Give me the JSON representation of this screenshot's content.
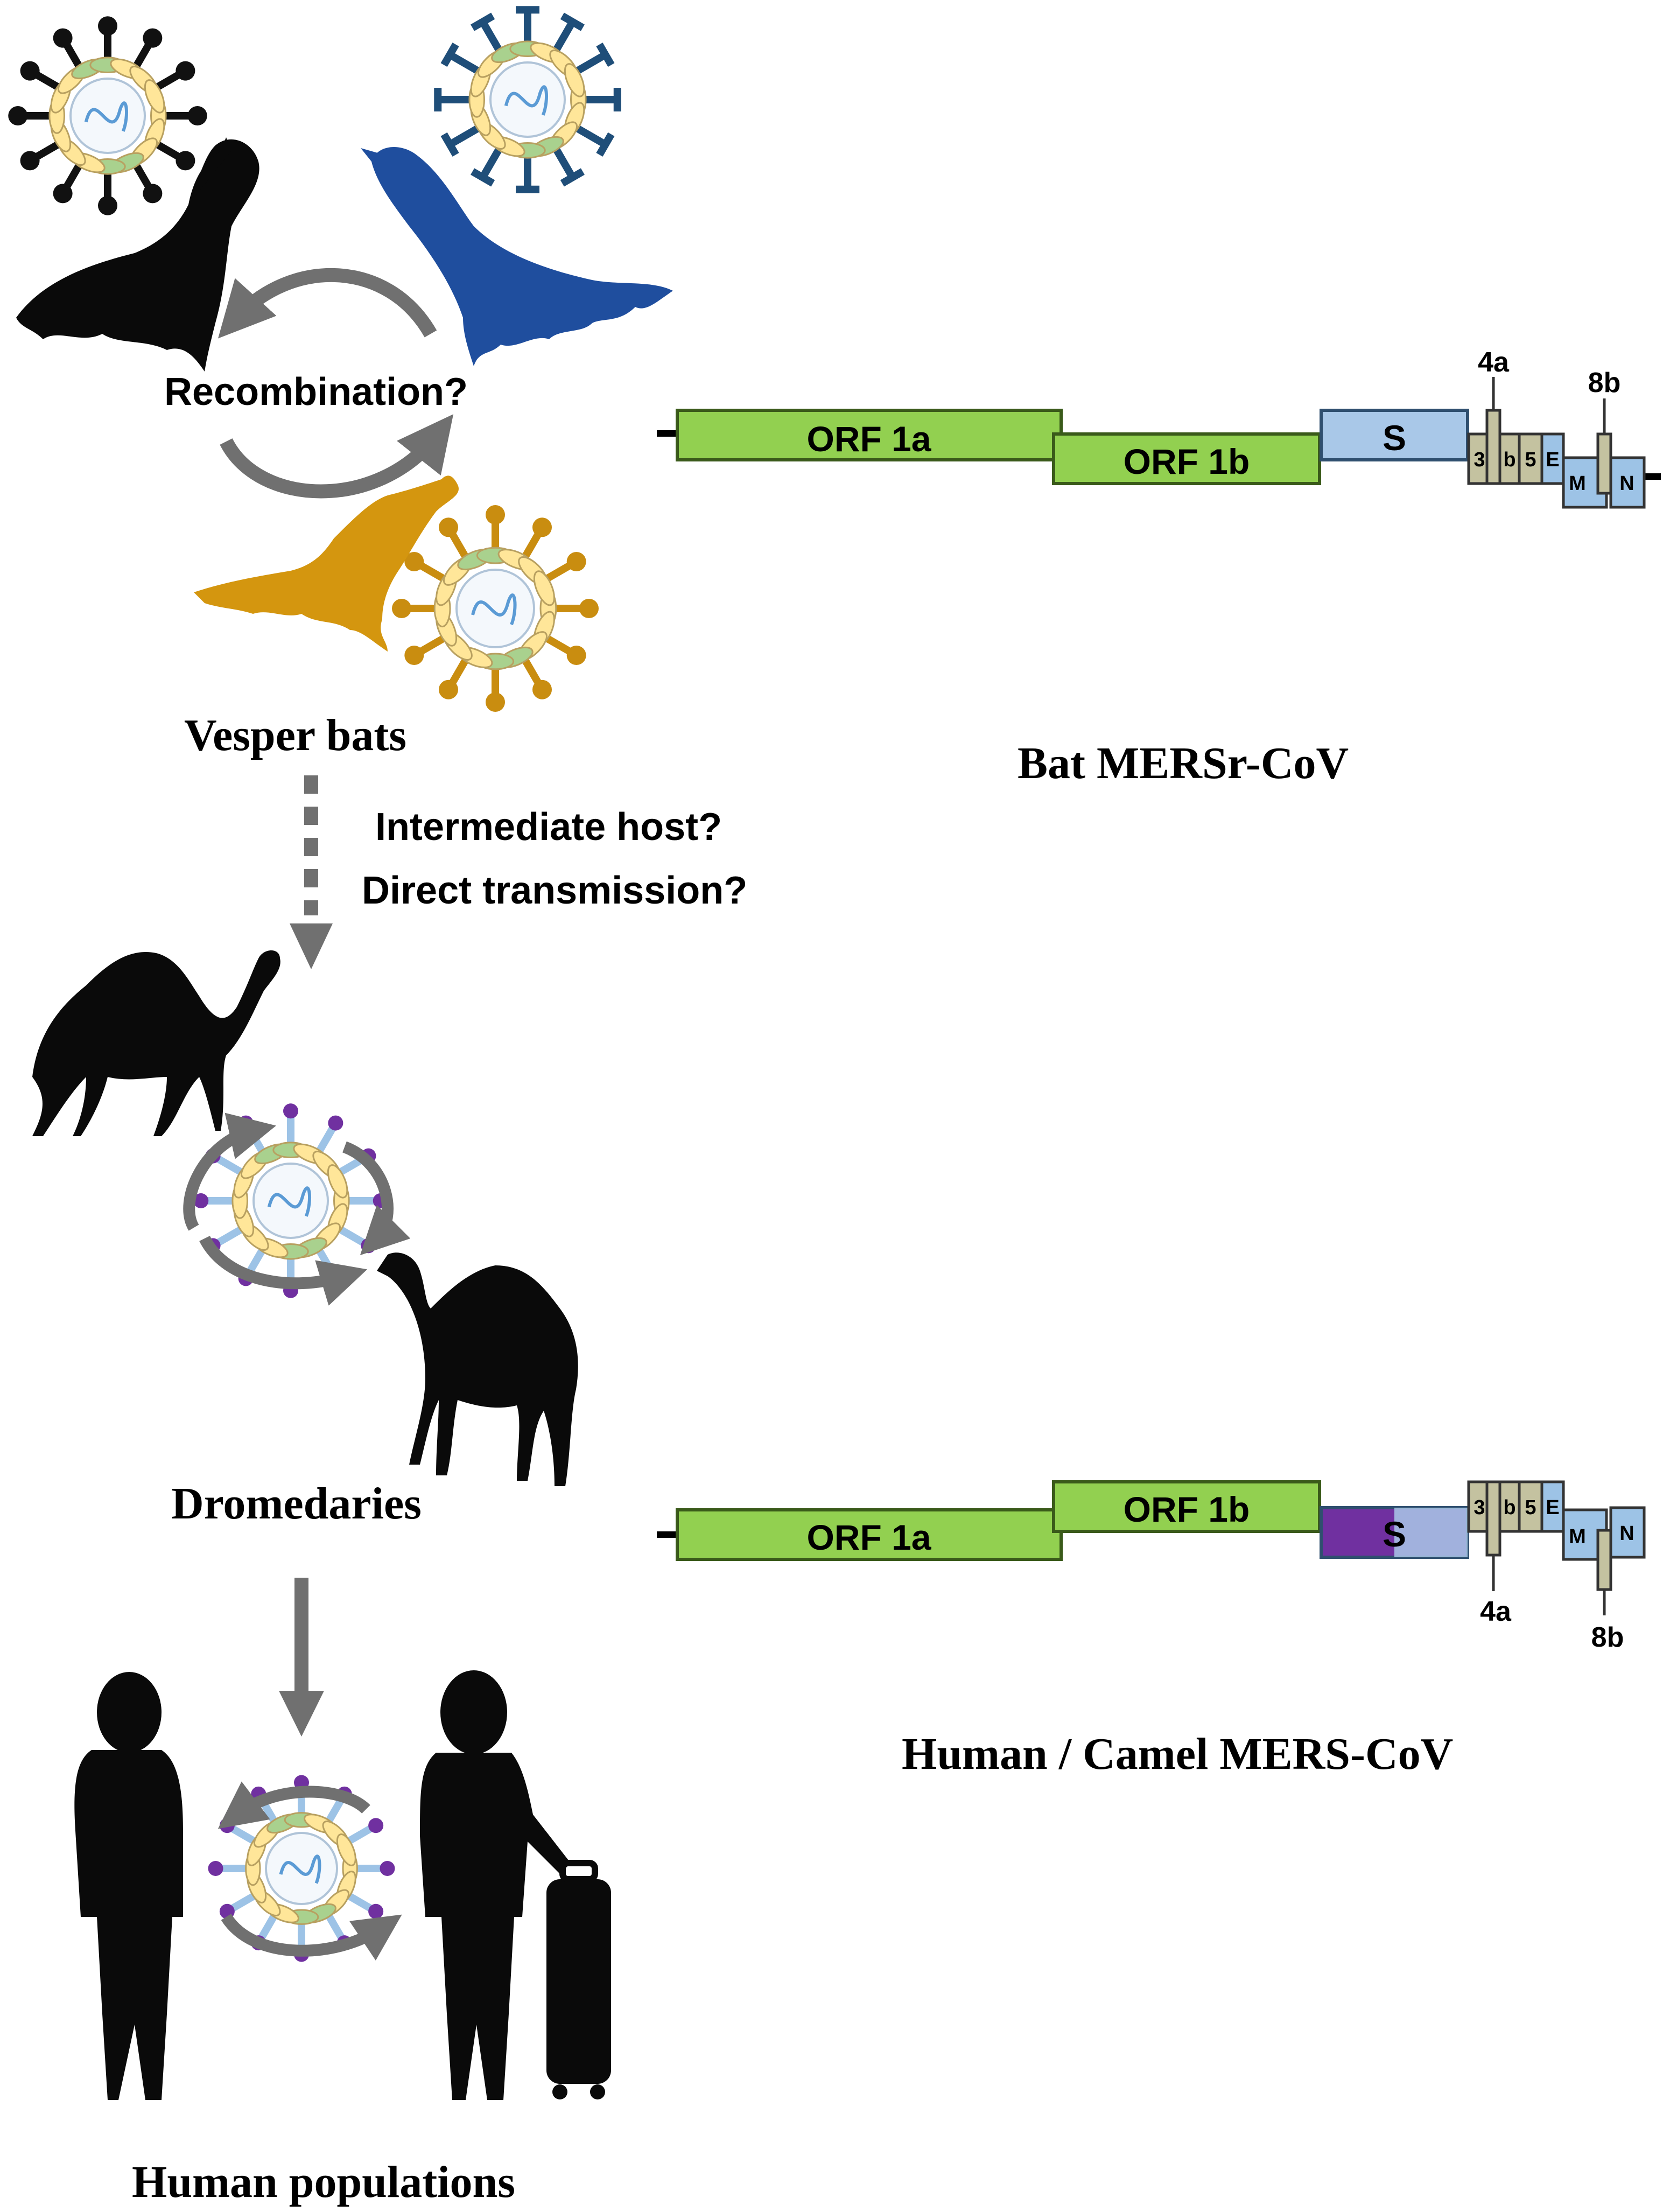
{
  "labels": {
    "recombination": "Recombination?",
    "vesper_bats": "Vesper bats",
    "intermediate_host": "Intermediate host?",
    "direct_transmission": "Direct transmission?",
    "dromedaries": "Dromedaries",
    "human_populations": "Human populations",
    "bat_genome_title": "Bat MERSr-CoV",
    "human_genome_title": "Human / Camel MERS-CoV"
  },
  "genes": {
    "orf1a": "ORF 1a",
    "orf1b": "ORF 1b",
    "s": "S",
    "g3": "3",
    "g4a": "4a",
    "g4b": "b",
    "g5": "5",
    "e": "E",
    "m": "M",
    "g8b": "8b",
    "n": "N"
  },
  "colors": {
    "orf_green": "#92d050",
    "s_blue": "#a9c8e8",
    "s_purple": "#7030a0",
    "accessory": "#c4c2a0",
    "structural_blue": "#9dc3e6",
    "bat_black": "#0a0a0a",
    "bat_blue": "#1f4e9e",
    "bat_gold": "#d4960f",
    "spike_black": "#111111",
    "spike_navy": "#1f4e79",
    "spike_gold": "#c98d10",
    "spike_purple": "#7030a0",
    "arrow_grey": "#707070"
  },
  "icons": {
    "bat": "bat-icon",
    "virus": "virus-icon",
    "camel": "camel-icon",
    "person": "person-icon",
    "suitcase": "suitcase-icon"
  }
}
